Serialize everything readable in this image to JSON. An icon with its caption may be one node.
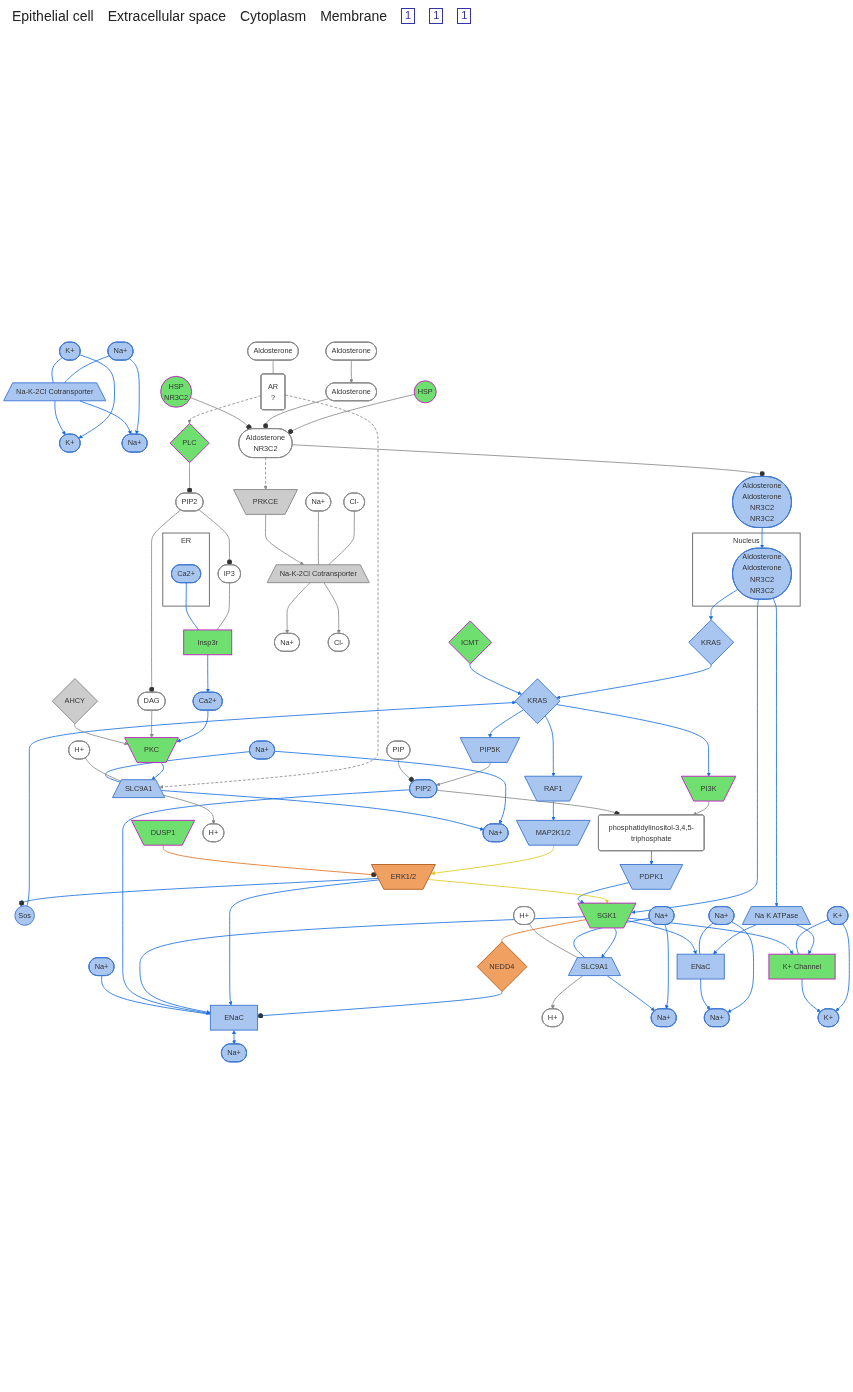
{
  "diagram": {
    "nodes": [
      {
        "text": [
          "Na+"
        ]
      },
      {
        "text": [
          "ENaC"
        ]
      },
      {
        "text": [
          "Na+"
        ]
      },
      {
        "text": [
          "phosphatidylinositol-3,4,5-triphosphate"
        ]
      },
      {
        "text": [
          "PDPK1"
        ]
      },
      {
        "text": [
          "PIP2"
        ]
      },
      {
        "text": [
          "PIP"
        ]
      },
      {
        "text": [
          "PI3K"
        ]
      },
      {
        "text": [
          "PIP5K"
        ]
      },
      {
        "text": [
          "KRAS"
        ]
      },
      {
        "text": [
          "Sos"
        ]
      },
      {
        "text": [
          "RAF1"
        ]
      },
      {
        "text": [
          "MAP2K1/2"
        ]
      },
      {
        "text": [
          "ERK1/2"
        ]
      },
      {
        "text": [
          "DUSP1"
        ]
      },
      {
        "text": [
          "SGK1"
        ]
      },
      {
        "text": [
          "NEDD4"
        ]
      },
      {
        "text": [
          "ICMT"
        ]
      },
      {
        "text": [
          "KRAS"
        ]
      },
      {
        "text": [
          "H+"
        ]
      },
      {
        "text": [
          "SLC9A1"
        ]
      },
      {
        "text": [
          "H+"
        ]
      },
      {
        "text": [
          "Na+"
        ]
      },
      {
        "text": [
          "Na+"
        ]
      },
      {
        "text": [
          "Na+"
        ]
      },
      {
        "text": [
          "ENaC"
        ]
      },
      {
        "text": [
          "Na+"
        ]
      },
      {
        "text": [
          "K+"
        ]
      },
      {
        "text": [
          "K+ Channel"
        ]
      },
      {
        "text": [
          "K+"
        ]
      },
      {
        "text": [
          "Na K ATPase"
        ]
      },
      {
        "text": [
          "K+"
        ]
      },
      {
        "text": [
          "Na-K-2Cl Cotransporter"
        ]
      },
      {
        "text": [
          "K+"
        ]
      },
      {
        "text": [
          "Na+"
        ]
      },
      {
        "text": [
          "Na+"
        ]
      },
      {
        "text": [
          "Na+"
        ]
      },
      {
        "text": [
          "Na-K-2Cl Cotransporter"
        ]
      },
      {
        "text": [
          "Na+"
        ]
      },
      {
        "text": [
          "Cl-"
        ]
      },
      {
        "text": [
          "Cl-"
        ]
      },
      {
        "text": [
          "PRKCE"
        ]
      },
      {
        "text": [
          "PIP2"
        ]
      },
      {
        "text": [
          "IP3"
        ]
      },
      {
        "text": [
          "PLC"
        ]
      },
      {
        "text": [
          "ER"
        ]
      },
      {
        "text": [
          "Insp3r"
        ]
      },
      {
        "text": [
          "Ca2+"
        ],
        "in": 45
      },
      {
        "text": [
          "Ca2+"
        ]
      },
      {
        "text": [
          "DAG"
        ]
      },
      {
        "text": [
          "Aldosterone"
        ]
      },
      {
        "text": [
          "AR",
          "?"
        ]
      },
      {
        "text": [
          "PKC"
        ]
      },
      {
        "text": [
          "AHCY"
        ]
      },
      {
        "text": [
          "H+"
        ]
      },
      {
        "text": [
          "SLC9A1"
        ]
      },
      {
        "text": [
          "H+"
        ]
      },
      {
        "text": [
          "Na+"
        ]
      },
      {
        "text": [
          "Na+"
        ]
      },
      {
        "text": [
          "Aldosterone"
        ]
      },
      {
        "text": [
          "Aldosterone"
        ]
      },
      {
        "text": [
          "HSP",
          "NR3C2"
        ]
      },
      {
        "text": [
          "HSP"
        ]
      },
      {
        "text": [
          "Aldosterone",
          "NR3C2"
        ]
      },
      {
        "text": [
          "Aldosterone",
          "Aldosterone",
          "NR3C2",
          "NR3C2"
        ]
      },
      {
        "text": [
          "Nucleus"
        ]
      },
      {
        "text": [
          "Aldosterone",
          "Aldosterone",
          "NR3C2",
          "NR3C2"
        ],
        "in": 65
      }
    ],
    "edges": [
      {
        "from": 0,
        "to": 1,
        "arrow": "none"
      },
      {
        "from": 1,
        "to": 2,
        "arrow": "both"
      },
      {
        "from": 5,
        "to": 1,
        "arrow": "to"
      },
      {
        "from": 5,
        "to": 3,
        "arrow": "other",
        "color": "#888888"
      },
      {
        "from": 6,
        "to": 5,
        "arrow": "other",
        "color": "#888888"
      },
      {
        "from": 8,
        "to": 5,
        "arrow": "to",
        "color": "#888888"
      },
      {
        "from": 7,
        "to": 3,
        "arrow": "to",
        "color": "#888888"
      },
      {
        "from": 3,
        "to": 4,
        "arrow": "to"
      },
      {
        "from": 4,
        "to": 15,
        "arrow": "to"
      },
      {
        "from": 15,
        "to": 1,
        "arrow": "to"
      },
      {
        "from": 13,
        "to": 1,
        "arrow": "to"
      },
      {
        "from": 16,
        "to": 1,
        "arrow": "other"
      },
      {
        "from": 15,
        "to": 16,
        "arrow": "none",
        "color": "#e07020"
      },
      {
        "from": 13,
        "to": 15,
        "arrow": "to",
        "color": "#e0c820"
      },
      {
        "from": 14,
        "to": 13,
        "arrow": "other",
        "color": "#e07020"
      },
      {
        "from": 12,
        "to": 13,
        "arrow": "to",
        "color": "#e0c820"
      },
      {
        "from": 11,
        "to": 12,
        "arrow": "to"
      },
      {
        "from": 9,
        "to": 11,
        "arrow": "to"
      },
      {
        "from": 10,
        "to": 9,
        "arrow": "to"
      },
      {
        "from": 13,
        "to": 10,
        "arrow": "other"
      },
      {
        "from": 9,
        "to": 7,
        "arrow": "to"
      },
      {
        "from": 9,
        "to": 8,
        "arrow": "to"
      },
      {
        "from": 17,
        "to": 9,
        "arrow": "to"
      },
      {
        "from": 18,
        "to": 9,
        "arrow": "to"
      },
      {
        "from": 66,
        "to": 18,
        "arrow": "to"
      },
      {
        "from": 66,
        "to": 15,
        "arrow": "to"
      },
      {
        "from": 66,
        "to": 30,
        "arrow": "to"
      },
      {
        "from": 64,
        "to": 66,
        "arrow": "to"
      },
      {
        "from": 63,
        "to": 64,
        "arrow": "other",
        "color": "#888888"
      },
      {
        "from": 63,
        "to": 41,
        "arrow": "to",
        "style": "dashed",
        "color": "#888888"
      },
      {
        "from": 41,
        "to": 37,
        "arrow": "to",
        "color": "#888888"
      },
      {
        "from": 61,
        "to": 63,
        "arrow": "other",
        "color": "#888888"
      },
      {
        "from": 60,
        "to": 63,
        "arrow": "other",
        "color": "#888888"
      },
      {
        "from": 62,
        "to": 63,
        "arrow": "other",
        "color": "#888888"
      },
      {
        "from": 59,
        "to": 60,
        "arrow": "to",
        "color": "#888888"
      },
      {
        "from": 57,
        "to": 55,
        "arrow": "none"
      },
      {
        "from": 55,
        "to": 58,
        "arrow": "to"
      },
      {
        "from": 57,
        "to": 58,
        "arrow": "to"
      },
      {
        "from": 56,
        "to": 55,
        "arrow": "none",
        "color": "#888888"
      },
      {
        "from": 55,
        "to": 54,
        "arrow": "to",
        "color": "#888888"
      },
      {
        "from": 52,
        "to": 55,
        "arrow": "to"
      },
      {
        "from": 51,
        "to": 55,
        "arrow": "to",
        "style": "dashed",
        "color": "#888888"
      },
      {
        "from": 51,
        "to": 44,
        "arrow": "to",
        "style": "dashed",
        "color": "#888888"
      },
      {
        "from": 50,
        "to": 51,
        "arrow": "none",
        "color": "#888888"
      },
      {
        "from": 53,
        "to": 52,
        "arrow": "to",
        "color": "#888888"
      },
      {
        "from": 49,
        "to": 52,
        "arrow": "to",
        "color": "#888888"
      },
      {
        "from": 48,
        "to": 52,
        "arrow": "to"
      },
      {
        "from": 46,
        "to": 48,
        "arrow": "to"
      },
      {
        "from": 47,
        "to": 46,
        "arrow": "none"
      },
      {
        "from": 43,
        "to": 46,
        "arrow": "none",
        "color": "#888888"
      },
      {
        "from": 42,
        "to": 43,
        "arrow": "other",
        "color": "#888888"
      },
      {
        "from": 42,
        "to": 49,
        "arrow": "other",
        "color": "#888888"
      },
      {
        "from": 44,
        "to": 42,
        "arrow": "other",
        "color": "#888888"
      },
      {
        "from": 19,
        "to": 20,
        "arrow": "none",
        "color": "#888888"
      },
      {
        "from": 20,
        "to": 21,
        "arrow": "to",
        "color": "#888888"
      },
      {
        "from": 23,
        "to": 20,
        "arrow": "none"
      },
      {
        "from": 20,
        "to": 22,
        "arrow": "to"
      },
      {
        "from": 23,
        "to": 22,
        "arrow": "to"
      },
      {
        "from": 15,
        "to": 20,
        "arrow": "to"
      },
      {
        "from": 15,
        "to": 25,
        "arrow": "to"
      },
      {
        "from": 15,
        "to": 28,
        "arrow": "to"
      },
      {
        "from": 26,
        "to": 25,
        "arrow": "none"
      },
      {
        "from": 25,
        "to": 24,
        "arrow": "to"
      },
      {
        "from": 26,
        "to": 24,
        "arrow": "to"
      },
      {
        "from": 29,
        "to": 28,
        "arrow": "none"
      },
      {
        "from": 28,
        "to": 27,
        "arrow": "to"
      },
      {
        "from": 29,
        "to": 27,
        "arrow": "to"
      },
      {
        "from": 30,
        "to": 25,
        "arrow": "to"
      },
      {
        "from": 30,
        "to": 28,
        "arrow": "to"
      },
      {
        "from": 33,
        "to": 32,
        "arrow": "none"
      },
      {
        "from": 32,
        "to": 31,
        "arrow": "to"
      },
      {
        "from": 33,
        "to": 31,
        "arrow": "to"
      },
      {
        "from": 34,
        "to": 32,
        "arrow": "none"
      },
      {
        "from": 32,
        "to": 35,
        "arrow": "to"
      },
      {
        "from": 34,
        "to": 35,
        "arrow": "to"
      },
      {
        "from": 36,
        "to": 37,
        "arrow": "none",
        "color": "#888888"
      },
      {
        "from": 37,
        "to": 38,
        "arrow": "to",
        "color": "#888888"
      },
      {
        "from": 39,
        "to": 37,
        "arrow": "none",
        "color": "#888888"
      },
      {
        "from": 37,
        "to": 40,
        "arrow": "to",
        "color": "#888888"
      }
    ],
    "labels": [
      "Epithelial cell",
      "Extracellular space",
      "Cytoplasm",
      "Membrane",
      "1",
      "1",
      "1"
    ]
  }
}
